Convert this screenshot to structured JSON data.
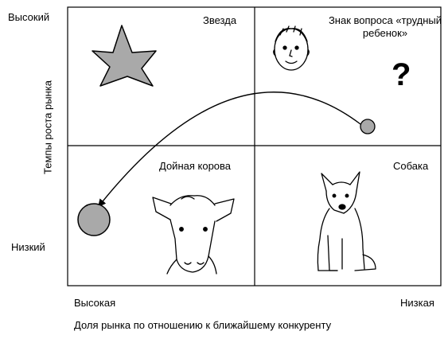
{
  "axes": {
    "y_title": "Темпы роста рынка",
    "y_high": "Высокий",
    "y_low": "Низкий",
    "x_title": "Доля рынка по отношению к ближайшему конкуренту",
    "x_high": "Высокая",
    "x_low": "Низкая"
  },
  "quadrants": {
    "top_left": "Звезда",
    "top_right": "Знак вопроса «трудный ребенок»",
    "bottom_left": "Дойная корова",
    "bottom_right": "Собака"
  },
  "symbols": {
    "question_mark": "?"
  },
  "colors": {
    "fill_gray": "#a9a9a9",
    "stroke": "#000000"
  }
}
